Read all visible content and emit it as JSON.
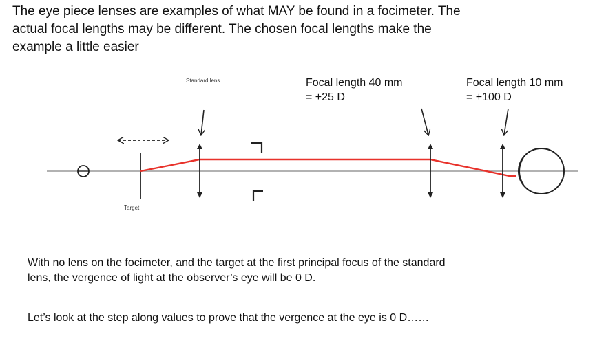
{
  "heading": {
    "line1": "The eye piece lenses are examples of what MAY be found in a focimeter. The",
    "line2": "actual focal lengths may be different. The chosen focal lengths make the",
    "line3": "example a little easier"
  },
  "diagram": {
    "standard_lens_label": "Standard lens",
    "target_label": "Target",
    "lens2_label_line1": "Focal length 40 mm",
    "lens2_label_line2": "= +25 D",
    "lens3_label_line1": "Focal length 10 mm",
    "lens3_label_line2": "= +100 D",
    "colors": {
      "ray": "#e8322b",
      "axis": "#999999",
      "ink": "#222222"
    }
  },
  "body": {
    "para1_line1": "With no lens on the focimeter, and the target at the first principal focus of the standard",
    "para1_line2": "lens, the vergence of light at the observer’s eye will be 0 D.",
    "para2": "Let’s look at the step along values to prove that the vergence at the eye is 0 D……"
  }
}
